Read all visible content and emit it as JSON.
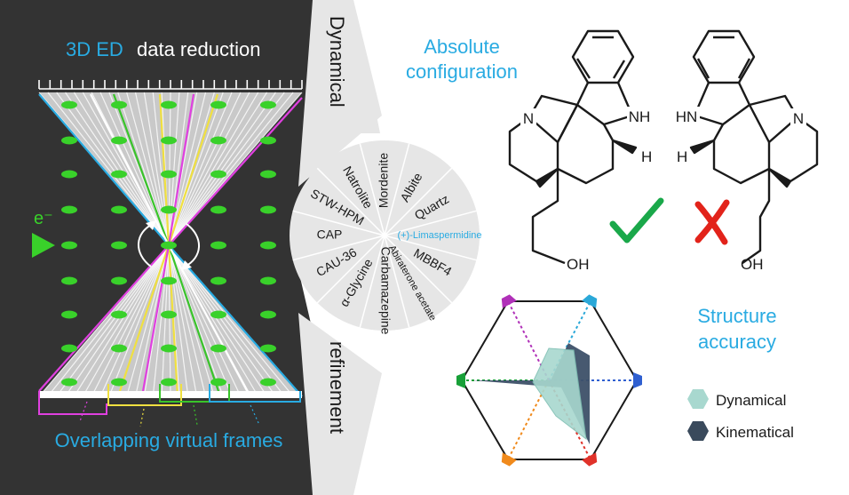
{
  "left_panel": {
    "title_part1": "3D ED",
    "title_part2": "data reduction",
    "electron_label": "e⁻",
    "bottom_label": "Overlapping virtual frames"
  },
  "side_band": {
    "top_label": "Dynamical",
    "bottom_label": "refinement"
  },
  "wheel": {
    "segments": [
      "Mordenite",
      "Albite",
      "Quartz",
      "(+)-Limaspermidine",
      "MBBF4",
      "Abiraterone acetate",
      "Carbamazepine",
      "α-Glycine",
      "CAU-36",
      "CAP",
      "STW-HPM",
      "Natrolite"
    ],
    "highlight": "(+)-Limaspermidine"
  },
  "absolute_config": {
    "heading_line1": "Absolute",
    "heading_line2": "configuration",
    "left_molecule": {
      "nh": "NH",
      "n": "N",
      "h": "H",
      "oh": "OH",
      "verdict": "correct"
    },
    "right_molecule": {
      "nh": "HN",
      "n": "N",
      "h": "H",
      "oh": "OH",
      "verdict": "incorrect"
    }
  },
  "structure_accuracy": {
    "heading_line1": "Structure",
    "heading_line2": "accuracy",
    "legend": [
      {
        "label": "Dynamical",
        "color": "#a8d8cf"
      },
      {
        "label": "Kinematical",
        "color": "#3a4a5c"
      }
    ],
    "axis_colors": [
      "#2aa8d8",
      "#2f5fd0",
      "#e0322a",
      "#f08a1c",
      "#18a038",
      "#b030b8"
    ]
  },
  "colors": {
    "dark_bg": "#333333",
    "band": "#e6e6e6",
    "accent_cyan": "#29abe2",
    "green": "#39d12a",
    "check": "#1aa84a",
    "cross": "#e2231a"
  }
}
